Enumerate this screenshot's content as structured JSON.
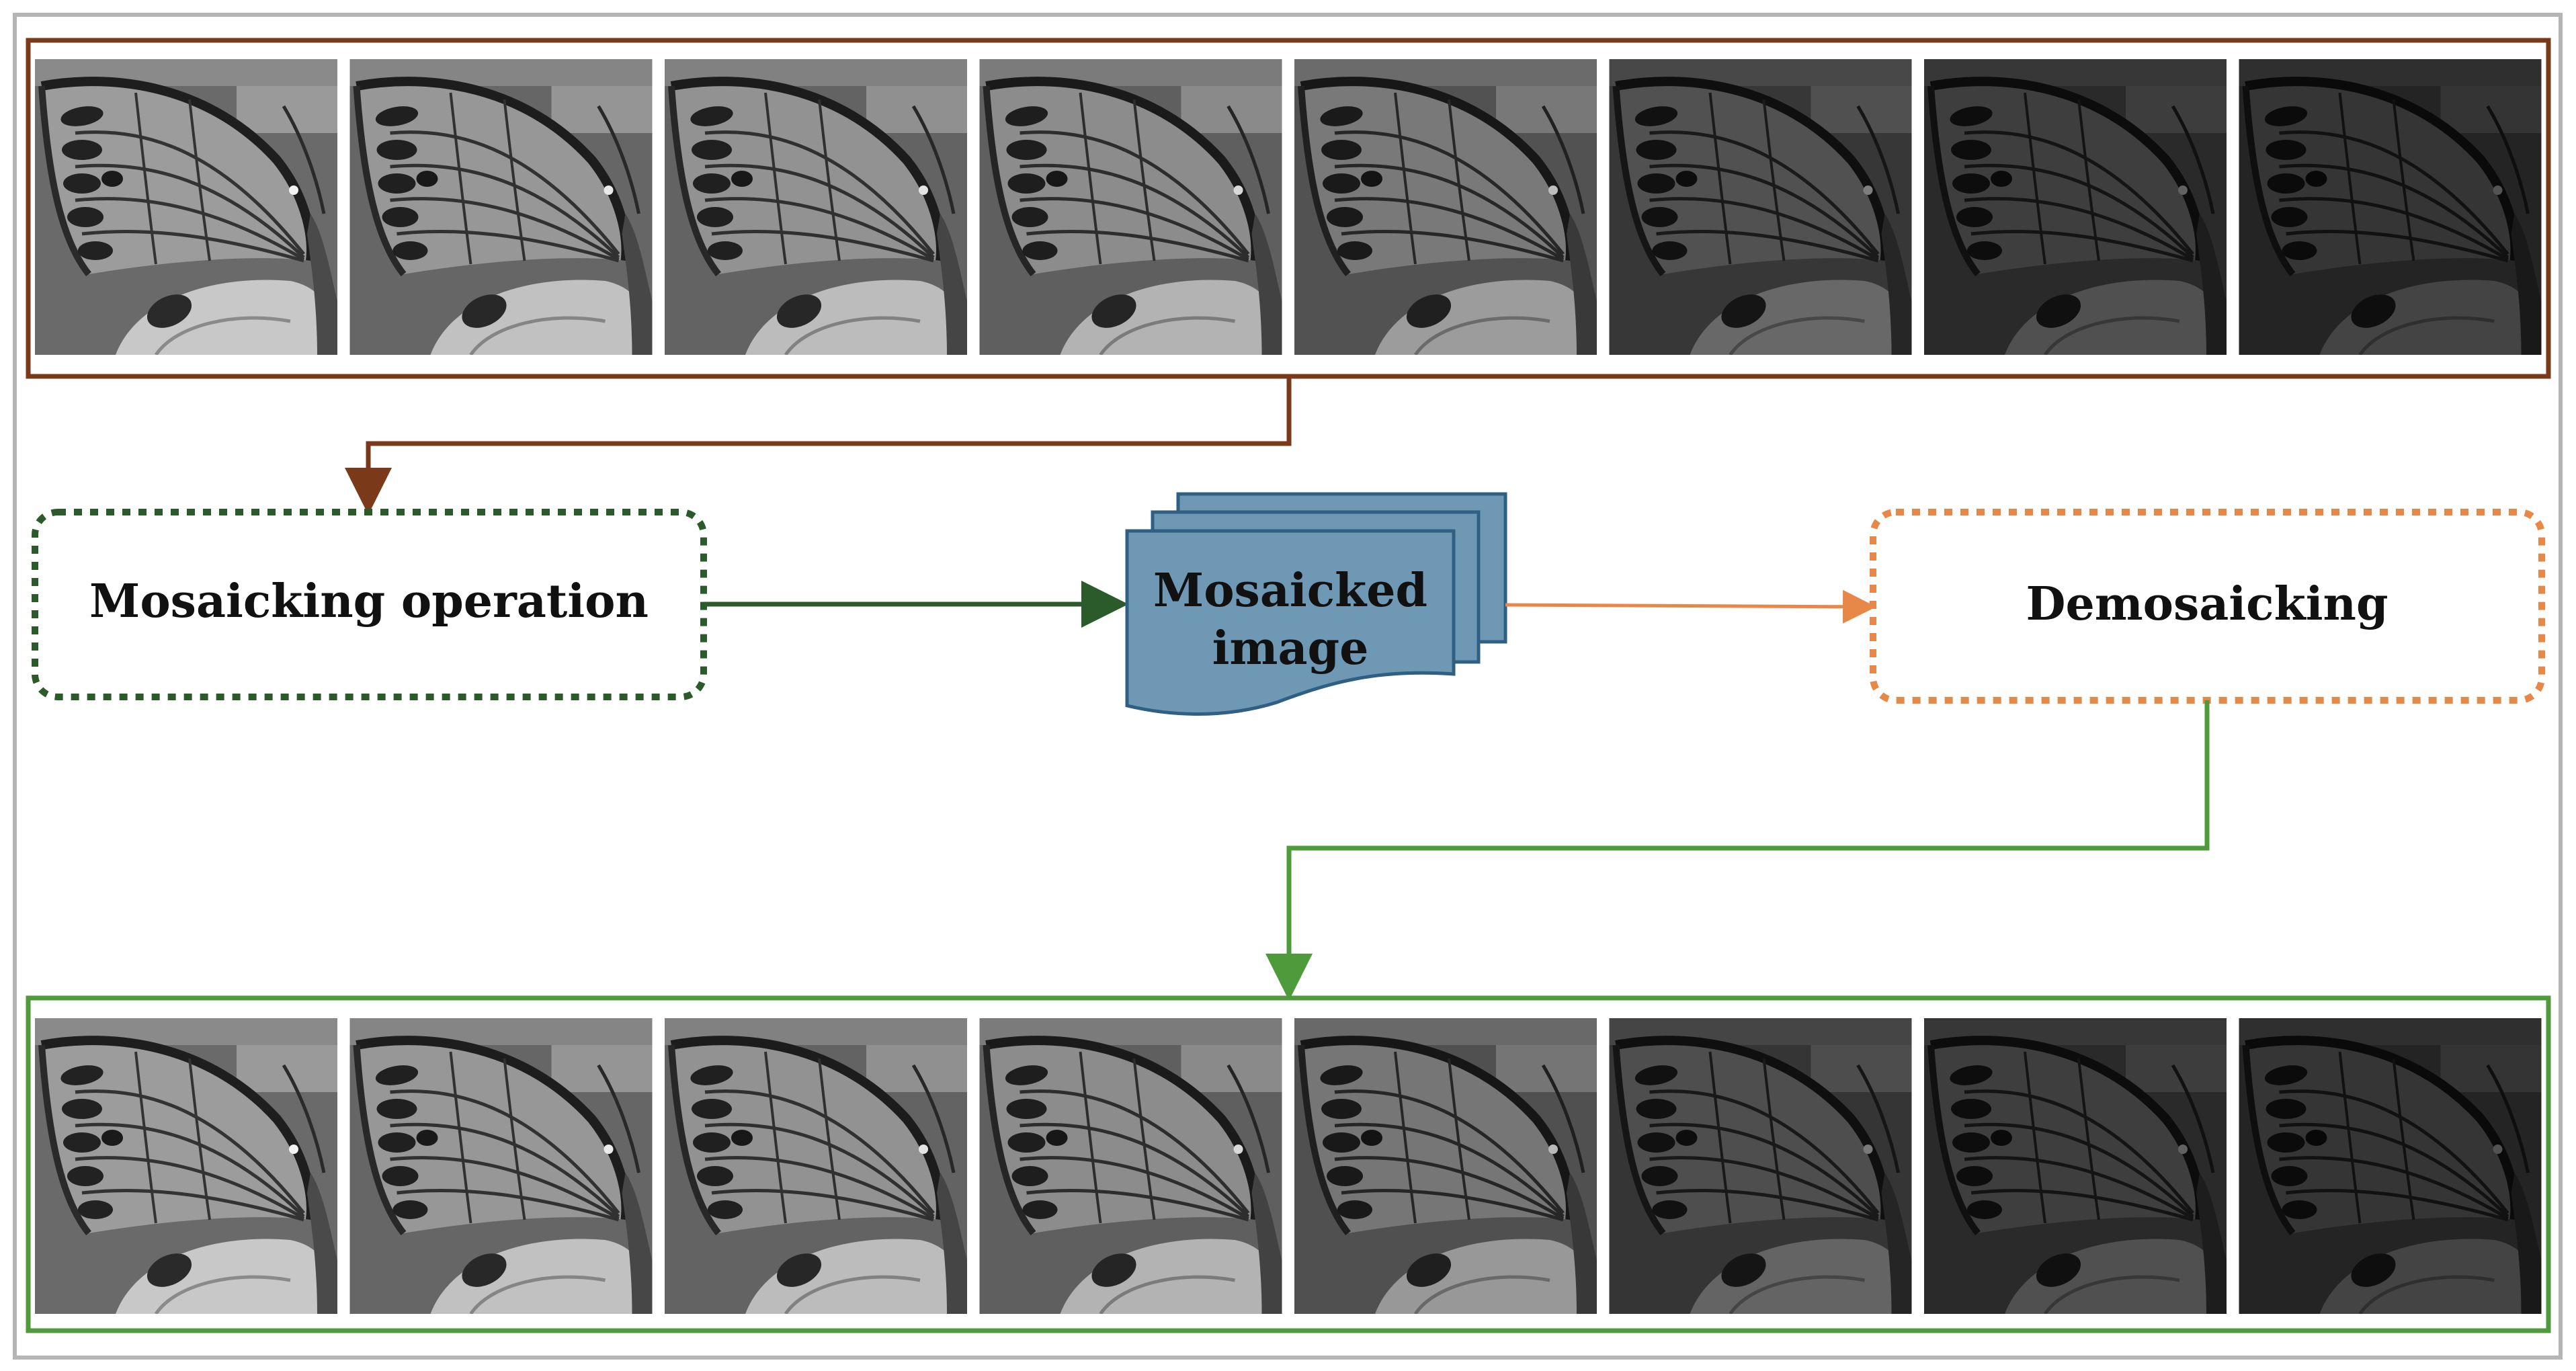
{
  "colors": {
    "frame": "#b5b5b5",
    "input_strip": "#7a3a1a",
    "output_strip": "#4f9a3a",
    "mosaicking_box": "#2b5a2b",
    "demosaicking_box": "#e88848",
    "arrow_to_mosaicked": "#2b5a2b",
    "arrow_to_demosaicking": "#e88848",
    "arrow_from_input": "#7a3a1a",
    "arrow_to_output": "#4f9a3a",
    "doc_fill": "#6f98b4",
    "doc_stroke": "#2f5f82"
  },
  "boxes": {
    "mosaicking": "Mosaicking operation",
    "mosaicked_line1": "Mosaicked",
    "mosaicked_line2": "image",
    "demosaicking": "Demosaicking"
  },
  "input_bands": [
    {
      "name": "band-1",
      "brightness": 1.0
    },
    {
      "name": "band-2",
      "brightness": 0.97
    },
    {
      "name": "band-3",
      "brightness": 0.94
    },
    {
      "name": "band-4",
      "brightness": 0.9
    },
    {
      "name": "band-5",
      "brightness": 0.78
    },
    {
      "name": "band-6",
      "brightness": 0.52
    },
    {
      "name": "band-7",
      "brightness": 0.4
    },
    {
      "name": "band-8",
      "brightness": 0.34
    }
  ],
  "output_bands": [
    {
      "name": "band-1",
      "brightness": 1.0
    },
    {
      "name": "band-2",
      "brightness": 0.97
    },
    {
      "name": "band-3",
      "brightness": 0.94
    },
    {
      "name": "band-4",
      "brightness": 0.9
    },
    {
      "name": "band-5",
      "brightness": 0.76
    },
    {
      "name": "band-6",
      "brightness": 0.5
    },
    {
      "name": "band-7",
      "brightness": 0.4
    },
    {
      "name": "band-8",
      "brightness": 0.34
    }
  ]
}
